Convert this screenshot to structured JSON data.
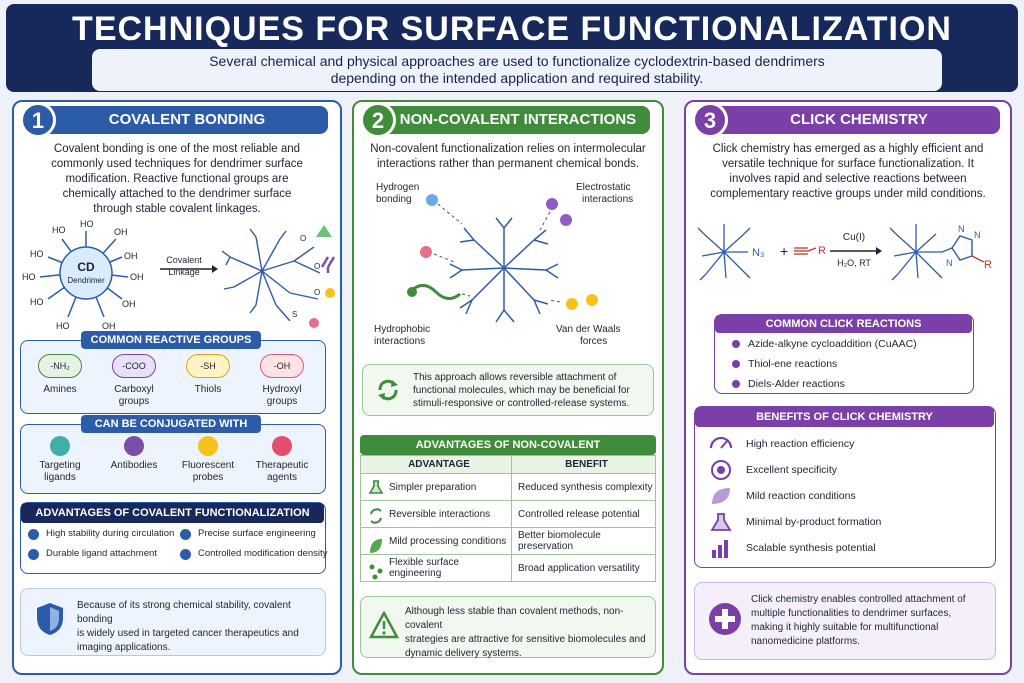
{
  "header": {
    "title": "TECHNIQUES FOR SURFACE FUNCTIONALIZATION",
    "subtitle_l1": "Several chemical and physical approaches are used to functionalize cyclodextrin-based dendrimers",
    "subtitle_l2": "depending on the intended application and required stability."
  },
  "colors": {
    "blue": "#2c5ca8",
    "green": "#3f8c3a",
    "purple": "#7b3fa8",
    "navy": "#16295a"
  },
  "col1": {
    "num": "1",
    "title": "COVALENT BONDING",
    "desc": [
      "Covalent bonding is one of the most reliable and",
      "commonly used techniques for dendrimer surface",
      "modification. Reactive functional groups are",
      "chemically attached to the dendrimer surface",
      "through stable covalent linkages."
    ],
    "cd_label": "CD",
    "dendrimer_label": "Dendrimer",
    "oh": "HO",
    "oh2": "OH",
    "linkage": [
      "Covalent",
      "Linkage"
    ],
    "o": "O",
    "s": "S",
    "groups_title": "COMMON REACTIVE GROUPS",
    "groups": [
      {
        "sym": "-NH₂",
        "name": "Amines"
      },
      {
        "sym": "-COO",
        "name": "Carboxyl groups"
      },
      {
        "sym": "-SH",
        "name": "Thiols"
      },
      {
        "sym": "-OH",
        "name": "Hydroxyl groups"
      }
    ],
    "conj_title": "CAN BE CONJUGATED WITH",
    "conj": [
      {
        "l1": "Targeting",
        "l2": "ligands"
      },
      {
        "l1": "Antibodies",
        "l2": ""
      },
      {
        "l1": "Fluorescent",
        "l2": "probes"
      },
      {
        "l1": "Therapeutic",
        "l2": "agents"
      }
    ],
    "adv_title": "ADVANTAGES OF COVALENT FUNCTIONALIZATION",
    "adv": [
      "High stability during circulation",
      "Precise surface engineering",
      "Durable ligand attachment",
      "Controlled modification density"
    ],
    "note": [
      "Because of its strong chemical stability, covalent bonding",
      "is widely used in targeted cancer therapeutics and",
      "imaging applications."
    ]
  },
  "col2": {
    "num": "2",
    "title": "NON-COVALENT INTERACTIONS",
    "desc": [
      "Non-covalent functionalization relies on intermolecular",
      "interactions rather than permanent chemical bonds."
    ],
    "labels": {
      "h1": "Hydrogen",
      "h2": "bonding",
      "e1": "Electrostatic",
      "e2": "interactions",
      "p1": "Hydrophobic",
      "p2": "interactions",
      "v1": "Van der Waals",
      "v2": "forces"
    },
    "info": [
      "This approach allows reversible attachment of",
      "functional molecules, which may be beneficial for",
      "stimuli-responsive or controlled-release systems."
    ],
    "adv_title": "ADVANTAGES OF NON-COVALENT FUNCTIONALIZATION",
    "th": [
      "ADVANTAGE",
      "BENEFIT"
    ],
    "rows": [
      [
        "Simpler preparation",
        "Reduced synthesis complexity"
      ],
      [
        "Reversible interactions",
        "Controlled release potential"
      ],
      [
        "Mild processing conditions",
        "Better biomolecule preservation"
      ],
      [
        "Flexible surface engineering",
        "Broad application versatility"
      ]
    ],
    "note": [
      "Although less stable than covalent methods, non-covalent",
      "strategies are attractive for sensitive biomolecules and",
      "dynamic delivery systems."
    ]
  },
  "col3": {
    "num": "3",
    "title": "CLICK CHEMISTRY",
    "desc": [
      "Click chemistry has emerged as a highly efficient and",
      "versatile technique for surface functionalization. It",
      "involves rapid and selective reactions between",
      "complementary reactive groups under mild conditions."
    ],
    "rxn": {
      "n3": "N₃",
      "plus": "+",
      "r": "R",
      "cat": "Cu(I)",
      "cond": "H₂O, RT",
      "n": "N"
    },
    "common_title": "COMMON CLICK REACTIONS",
    "common": [
      "Azide-alkyne cycloaddition (CuAAC)",
      "Thiol-ene reactions",
      "Diels-Alder reactions"
    ],
    "benefits_title": "BENEFITS OF CLICK CHEMISTRY",
    "benefits": [
      "High reaction efficiency",
      "Excellent specificity",
      "Mild reaction conditions",
      "Minimal by-product formation",
      "Scalable synthesis potential"
    ],
    "note": [
      "Click chemistry enables controlled attachment of",
      "multiple functionalities to dendrimer surfaces,",
      "making it highly suitable for multifunctional",
      "nanomedicine platforms."
    ]
  }
}
